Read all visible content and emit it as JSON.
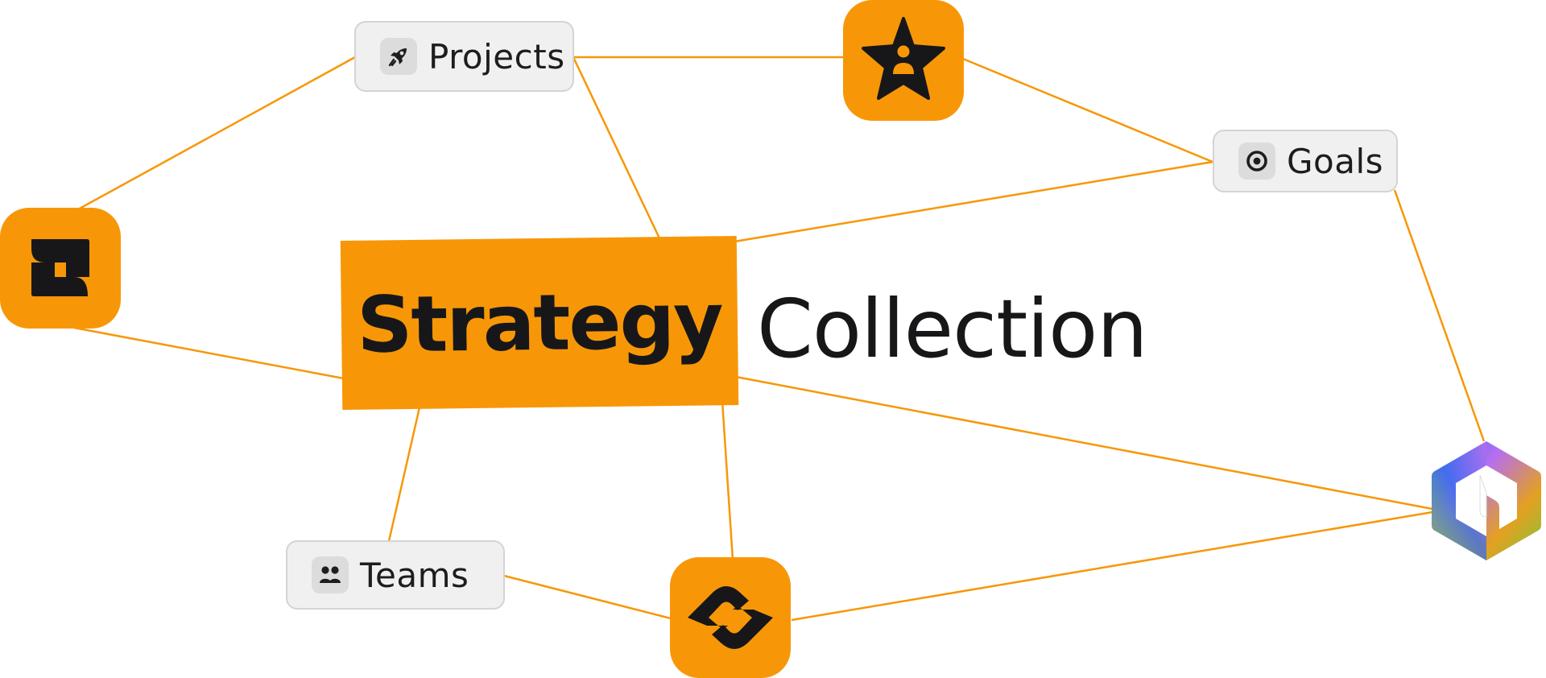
{
  "title": {
    "highlighted_word": "Strategy",
    "plain_word": "Collection"
  },
  "nodes": {
    "projects": {
      "label": "Projects",
      "icon": "rocket-icon"
    },
    "goals": {
      "label": "Goals",
      "icon": "target-icon"
    },
    "teams": {
      "label": "Teams",
      "icon": "people-icon"
    }
  },
  "app_icons": [
    {
      "name": "focus-app",
      "icon": "bracket-square-icon"
    },
    {
      "name": "talent-app",
      "icon": "star-person-icon"
    },
    {
      "name": "align-app",
      "icon": "linked-chevrons-icon"
    },
    {
      "name": "loop-app",
      "icon": "hexagon-loop-icon"
    }
  ],
  "colors": {
    "accent": "#f79707",
    "connector": "#f79707",
    "pill_background": "#f0f0f0",
    "pill_border": "#d4d4d4",
    "ink": "#17171a",
    "loop_gradient": [
      "#2f6cf0",
      "#b66ef0",
      "#e4a021",
      "#7cc73b"
    ]
  }
}
